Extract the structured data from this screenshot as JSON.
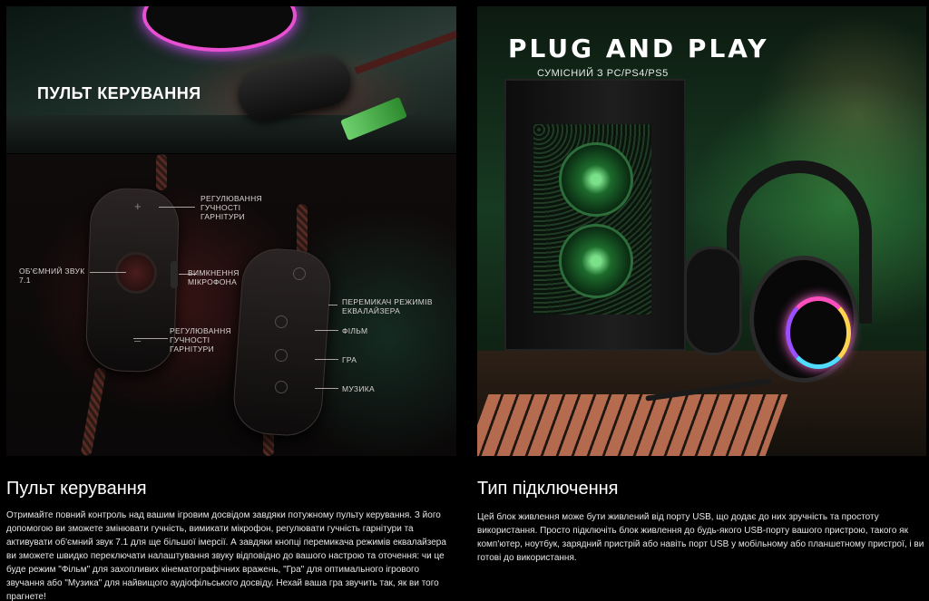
{
  "remote_photo": {
    "label": "ПУЛЬТ КЕРУВАННЯ"
  },
  "diagram": {
    "labels": {
      "volume_up": "РЕГУЛЮВАННЯ ГУЧНОСТІ ГАРНІТУРИ",
      "surround": "ОБ'ЄМНИЙ ЗВУК 7.1",
      "mic_toggle": "ВИМКНЕННЯ МІКРОФОНА",
      "volume_down": "РЕГУЛЮВАННЯ ГУЧНОСТІ ГАРНІТУРИ",
      "eq_switch": "ПЕРЕМИКАЧ РЕЖИМІВ ЕКВАЛАЙЗЕРА",
      "film": "ФІЛЬМ",
      "game": "ГРА",
      "music": "МУЗИКА"
    }
  },
  "plug_photo": {
    "title": "PLUG AND PLAY",
    "subtitle": "СУМІСНИЙ З PC/PS4/PS5"
  },
  "left_section": {
    "heading": "Пульт керування",
    "body": "Отримайте повний контроль над вашим ігровим досвідом завдяки потужному пульту керування. З його допомогою ви зможете змінювати гучність, вимикати мікрофон, регулювати гучність гарнітури та активувати об'ємний звук 7.1 для ще більшої імерсії. А завдяки кнопці перемикача режимів еквалайзера ви зможете швидко переключати налаштування звуку відповідно до вашого настрою та оточення: чи це буде режим \"Фільм\" для захопливих кінематографічних вражень, \"Гра\" для оптимального ігрового звучання або \"Музика\" для найвищого аудіофільського досвіду. Нехай ваша гра звучить так, як ви того прагнете!"
  },
  "right_section": {
    "heading": "Тип підключення",
    "body": "Цей блок живлення може бути живлений від порту USB, що додає до них зручність та простоту використання. Просто підключіть блок живлення до будь-якого USB-порту вашого пристрою, такого як комп'ютер, ноутбук, зарядний пристрій або навіть порт USB у мобільному або планшетному пристрої, і ви готові до використання."
  }
}
